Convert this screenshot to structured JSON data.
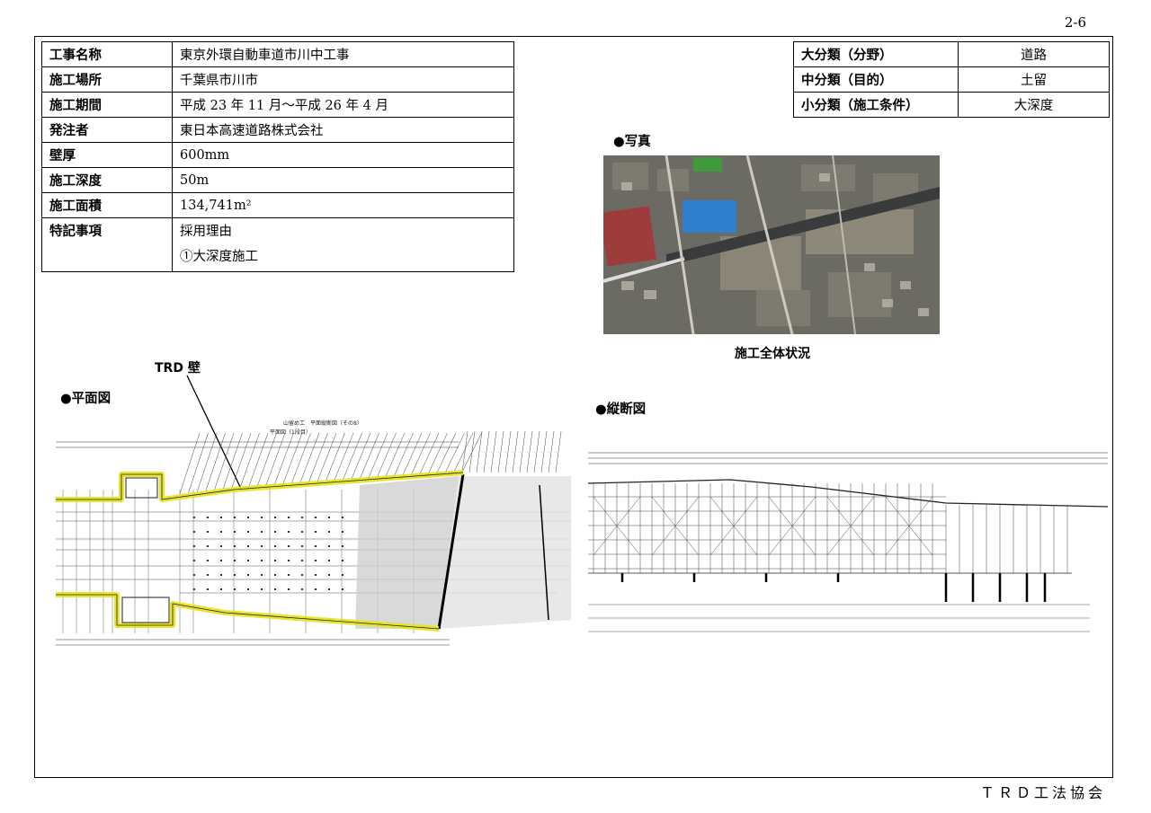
{
  "page_number": "2-6",
  "info": [
    {
      "key": "工事名称",
      "value": "東京外環自動車道市川中工事"
    },
    {
      "key": "施工場所",
      "value": "千葉県市川市"
    },
    {
      "key": "施工期間",
      "value": "平成 23 年 11 月～平成 26 年 4 月"
    },
    {
      "key": "発注者",
      "value": "東日本高速道路株式会社"
    },
    {
      "key": "壁厚",
      "value": "600mm"
    },
    {
      "key": "施工深度",
      "value": "50m"
    },
    {
      "key": "施工面積",
      "value": "134,741m²"
    }
  ],
  "special": {
    "key": "特記事項",
    "lines": [
      "採用理由",
      "①大深度施工"
    ]
  },
  "classification": [
    {
      "key": "大分類（分野）",
      "value": "道路"
    },
    {
      "key": "中分類（目的）",
      "value": "土留"
    },
    {
      "key": "小分類（施工条件）",
      "value": "大深度"
    }
  ],
  "photo": {
    "label": "●写真",
    "caption": "施工全体状況"
  },
  "plan": {
    "label": "●平面図",
    "callout": "TRD 壁",
    "drawing_title": "山留め工　平面縦断図（その8）",
    "drawing_subtitle": "平面図（1段目）"
  },
  "section": {
    "label": "●縦断図"
  },
  "footer": "ＴＲＤ工法協会",
  "colors": {
    "wall_highlight": "#e6e21a",
    "line": "#222222"
  }
}
